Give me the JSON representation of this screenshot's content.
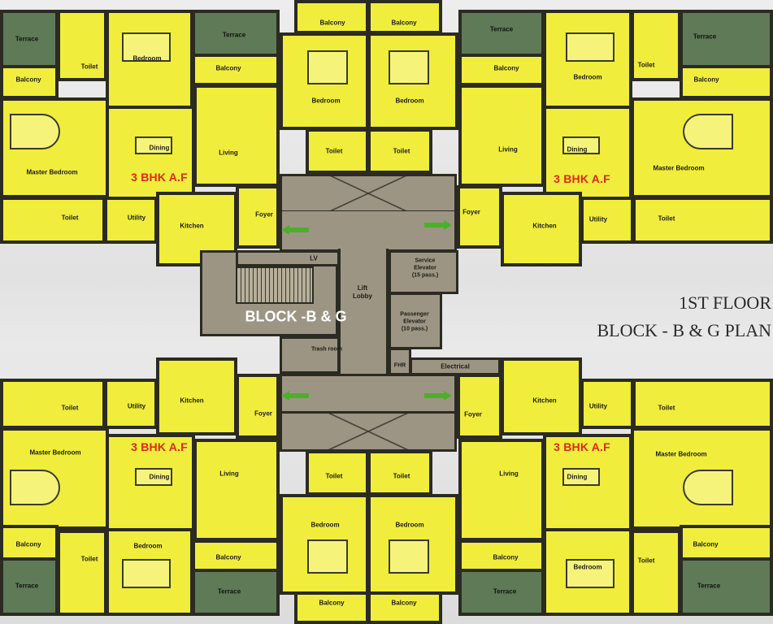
{
  "plan": {
    "floor_title": "1ST FLOOR",
    "plan_title": "BLOCK - B & G  PLAN",
    "block_label": "BLOCK -B & G",
    "unit_label": "3 BHK A.F"
  },
  "colors": {
    "room": "#f1ed3c",
    "terrace": "#5f7a57",
    "core": "#9d9584",
    "wall": "#2b2b22",
    "unit_label": "#d82a1c",
    "arrow": "#4caf2a"
  },
  "core": {
    "lv": "LV",
    "lift_lobby": "Lift\nLobby",
    "service_elevator": "Service\nElevator\n(15 pass.)",
    "passenger_elevator": "Passenger\nElevator\n(10 pass.)",
    "trash_room": "Trash room",
    "fhr": "FHR",
    "electrical": "Electrical"
  },
  "rooms": {
    "terrace": "Terrace",
    "balcony": "Balcony",
    "toilet": "Toilet",
    "bedroom": "Bedroom",
    "dining": "Dining",
    "living": "Living",
    "master_bedroom": "Master Bedroom",
    "utility": "Utility",
    "kitchen": "Kitchen",
    "foyer": "Foyer"
  }
}
